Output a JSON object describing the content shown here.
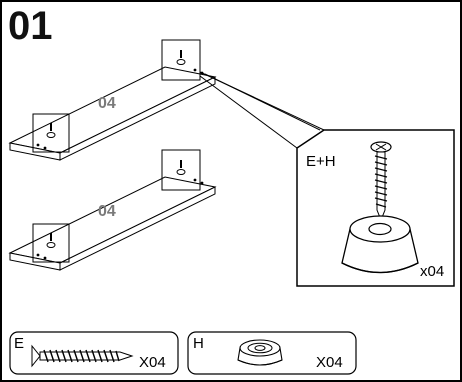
{
  "step": {
    "number": "01"
  },
  "boards": [
    {
      "label": "04"
    },
    {
      "label": "04"
    }
  ],
  "callout": {
    "parts_label": "E+H",
    "quantity": "x04"
  },
  "parts_list": [
    {
      "letter": "E",
      "quantity": "X04",
      "icon": "screw-icon"
    },
    {
      "letter": "H",
      "quantity": "X04",
      "icon": "foot-pad-icon"
    }
  ]
}
